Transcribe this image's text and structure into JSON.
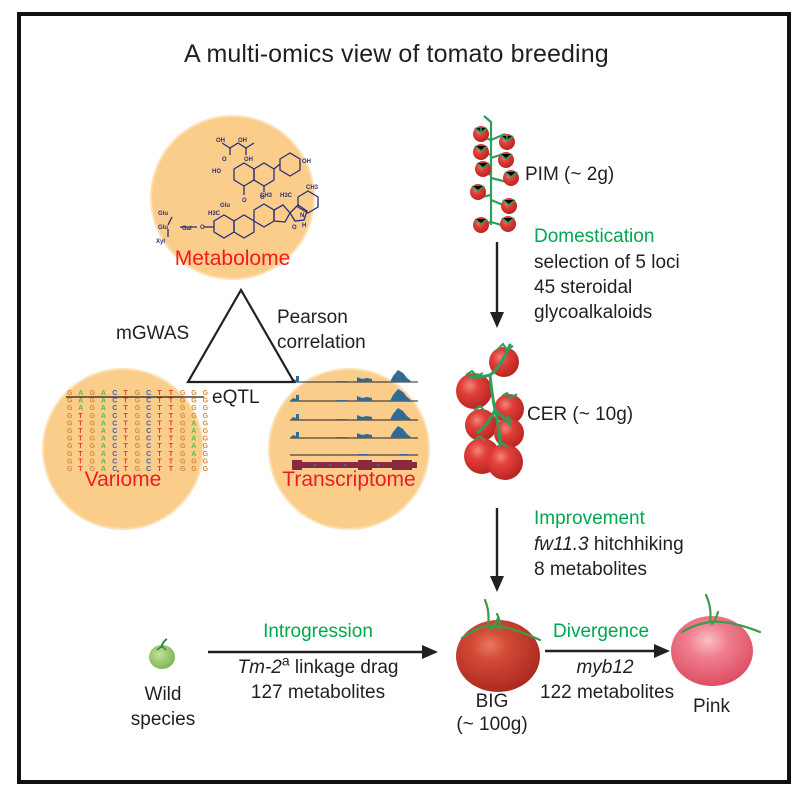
{
  "title": "A multi-omics view of tomato breeding",
  "colors": {
    "omics_circle_fill": "#fbcd8b",
    "omics_label": "#ed1c24",
    "process_label": "#00a651",
    "text": "#231f20",
    "tomato_red": "#d63a2c",
    "tomato_pink": "#ec6a7e",
    "wild_green": "#8fc060",
    "stem_green": "#2e9e5b",
    "track_blue": "#2f6b94",
    "gene_model": "#8a2a3e"
  },
  "omics": {
    "metabolome": {
      "label": "Metabolome",
      "icon": "chemical-structure-icon",
      "structure_labels": [
        "OH",
        "OH",
        "OH",
        "OH",
        "HO",
        "O",
        "O",
        "Glu",
        "H3C",
        "CH3",
        "H3C",
        "CH3",
        "N",
        "H",
        "O",
        "Glu",
        "Glu",
        "Gal",
        "Xyl",
        "O",
        "O",
        "O"
      ]
    },
    "variome": {
      "label": "Variome",
      "icon": "sequence-alignment-icon",
      "sequence_header": [
        "G",
        "A",
        "G",
        "A",
        "C",
        "T",
        "G",
        "C",
        "T",
        "T",
        "G",
        "G",
        "G"
      ],
      "variant_column_1": [
        "A",
        "A",
        "T",
        "T",
        "T",
        "T",
        "T",
        "T",
        "T",
        "T"
      ],
      "variant_column_2": [
        "G",
        "G",
        "G",
        "A",
        "A",
        "A",
        "A",
        "A",
        "G",
        "G"
      ]
    },
    "transcriptome": {
      "label": "Transcriptome",
      "icon": "rna-seq-tracks-icon"
    }
  },
  "relations": {
    "metabolome_variome": "mGWAS",
    "metabolome_transcriptome_line1": "Pearson",
    "metabolome_transcriptome_line2": "correlation",
    "variome_transcriptome": "eQTL"
  },
  "stages": {
    "pim": {
      "label": "PIM (~ 2g)",
      "icon": "cherry-tomato-truss-small-icon"
    },
    "cer": {
      "label": "CER (~ 10g)",
      "icon": "cherry-tomato-truss-icon"
    },
    "big": {
      "label_line1": "BIG",
      "label_line2": "(~ 100g)",
      "icon": "red-tomato-icon"
    },
    "pink": {
      "label": "Pink",
      "icon": "pink-tomato-icon"
    },
    "wild": {
      "label_line1": "Wild",
      "label_line2": "species",
      "icon": "wild-green-tomato-icon"
    }
  },
  "transitions": {
    "domestication": {
      "title": "Domestication",
      "lines": [
        "selection of 5 loci",
        "45 steroidal",
        "glycoalkaloids"
      ]
    },
    "improvement": {
      "title": "Improvement",
      "gene": "fw11.3",
      "gene_suffix": " hitchhiking",
      "line2": "8 metabolites"
    },
    "introgression": {
      "title": "Introgression",
      "gene": "Tm-2",
      "gene_sup": "a",
      "gene_suffix": " linkage drag",
      "line2": "127 metabolites"
    },
    "divergence": {
      "title": "Divergence",
      "gene": "myb12",
      "line2": "122 metabolites"
    }
  }
}
